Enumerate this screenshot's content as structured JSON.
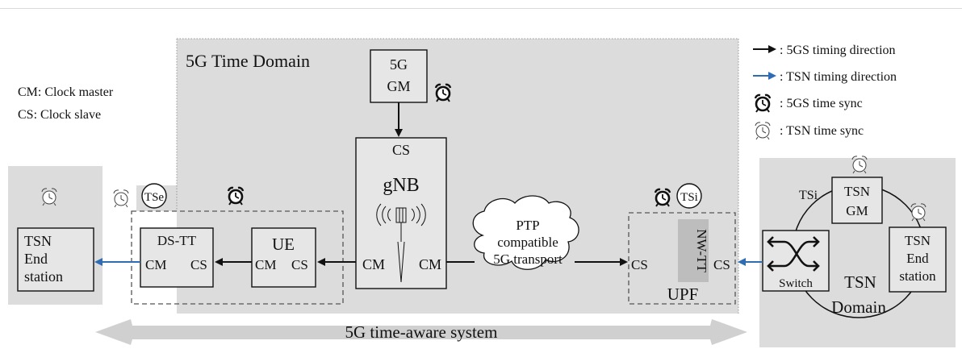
{
  "legend_left": {
    "cm": "CM: Clock master",
    "cs": "CS: Clock slave"
  },
  "legend_right": {
    "gs_direction": ": 5GS timing direction",
    "tsn_direction": ": TSN timing direction",
    "gs_sync": ": 5GS time sync",
    "tsn_sync": ": TSN time sync"
  },
  "time_domain": {
    "title": "5G Time Domain"
  },
  "gm_5g": {
    "line1": "5G",
    "line2": "GM"
  },
  "gnb": {
    "cs": "CS",
    "name": "gNB",
    "cm_left": "CM",
    "cm_right": "CM"
  },
  "ue": {
    "name": "UE",
    "cm": "CM",
    "cs": "CS"
  },
  "dstt": {
    "name": "DS-TT",
    "cm": "CM",
    "cs": "CS",
    "tse": "TSe"
  },
  "transport": {
    "line1": "PTP",
    "line2": "compatible",
    "line3": "5G transport"
  },
  "upf": {
    "name": "UPF",
    "nwtt": "NW-TT",
    "cs_left": "CS",
    "cs_right": "CS",
    "tsi": "TSi"
  },
  "tsn_end_left": {
    "line1": "TSN",
    "line2": "End",
    "line3": "station"
  },
  "tsn_domain": {
    "tsi_label": "TSi",
    "gm_line1": "TSN",
    "gm_line2": "GM",
    "end_line1": "TSN",
    "end_line2": "End",
    "end_line3": "station",
    "switch": "Switch",
    "domain_line1": "TSN",
    "domain_line2": "Domain"
  },
  "bottom_arrow": {
    "label": "5G time-aware system"
  },
  "colors": {
    "panel_gray": "#dcdcdc",
    "box_gray": "#e6e6e6",
    "tsn_blue": "#2e6db4",
    "line_black": "#111111"
  }
}
